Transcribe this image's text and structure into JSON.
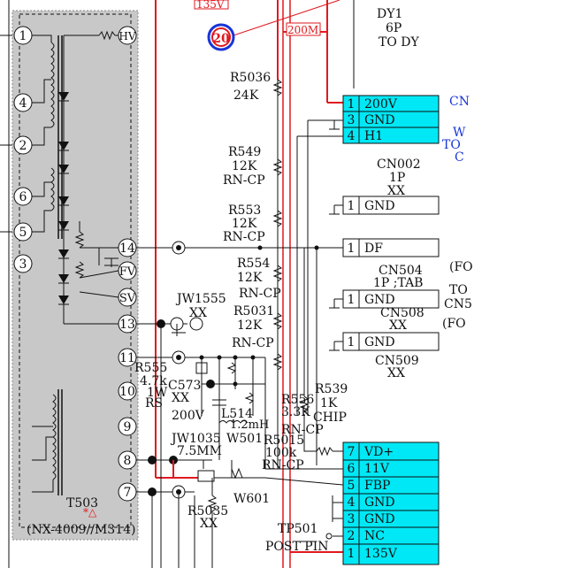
{
  "top_labels": {
    "v135_top": "135V",
    "marker": "20",
    "v200_flag": "200M",
    "dy_title": "DY1",
    "dy_pins": "6P",
    "dy_to": "TO DY"
  },
  "transformer": {
    "name": "T503",
    "note": "(NX-4009//M314)",
    "pins": [
      "1",
      "4",
      "2",
      "6",
      "5",
      "3",
      "14",
      "13",
      "11",
      "10",
      "9",
      "8",
      "7"
    ],
    "hv": "HV",
    "fv": "FV",
    "sv": "SV"
  },
  "components": [
    {
      "ref": "R5036",
      "value": "24K"
    },
    {
      "ref": "R549",
      "value": "12K",
      "note": "RN-CP"
    },
    {
      "ref": "R553",
      "value": "12K",
      "note": "RN-CP"
    },
    {
      "ref": "R554",
      "value": "12K",
      "note": "RN-CP"
    },
    {
      "ref": "R5031",
      "value": "12K",
      "note": "RN-CP"
    },
    {
      "ref": "JW1555",
      "value": "XX"
    },
    {
      "ref": "R555",
      "value": "4.7k",
      "rating": "1W",
      "note": "RS"
    },
    {
      "ref": "C573",
      "value": "XX"
    },
    {
      "ref": "L514",
      "value": "1.2mH"
    },
    {
      "ref": "R556",
      "value": "3.3K"
    },
    {
      "ref": "R539",
      "value": "1K",
      "note": "CHIP"
    },
    {
      "ref": "JW1035",
      "value": "7.5MM"
    },
    {
      "ref": "W501"
    },
    {
      "ref": "R5015",
      "value": "100k",
      "note": "RN-CP"
    },
    {
      "ref": "W601"
    },
    {
      "ref": "R5035",
      "value": "XX"
    },
    {
      "ref": "TP501"
    }
  ],
  "misc_labels": {
    "v200_low": "200V",
    "post_pin": "POST PIN",
    "rn_cp_a": "RN-CP"
  },
  "connectors": {
    "cn_top": {
      "rows": [
        {
          "num": "1",
          "sig": "200V"
        },
        {
          "num": "3",
          "sig": "GND"
        },
        {
          "num": "4",
          "sig": "H1"
        }
      ],
      "side_a": "CN",
      "side_b": "W",
      "side_c": "TO",
      "side_d": "C"
    },
    "cn002": {
      "name": "CN002",
      "pins": "1P",
      "value": "XX",
      "rows": [
        {
          "num": "1",
          "sig": "GND"
        }
      ]
    },
    "df": {
      "rows": [
        {
          "num": "1",
          "sig": "DF"
        }
      ],
      "side": "(FO"
    },
    "cn504": {
      "name": "CN504",
      "pins": "1P ;TAB",
      "rows": [
        {
          "num": "1",
          "sig": "GND"
        }
      ],
      "side_a": "TO",
      "side_b": "CN5"
    },
    "cn508": {
      "name": "CN508",
      "value": "XX",
      "rows": [
        {
          "num": "1",
          "sig": "GND"
        }
      ],
      "side": "(FO"
    },
    "cn509": {
      "name": "CN509",
      "value": "XX"
    },
    "cn_bottom": {
      "rows": [
        {
          "num": "7",
          "sig": "VD+"
        },
        {
          "num": "6",
          "sig": "11V"
        },
        {
          "num": "5",
          "sig": "FBP"
        },
        {
          "num": "4",
          "sig": "GND"
        },
        {
          "num": "3",
          "sig": "GND"
        },
        {
          "num": "2",
          "sig": "NC"
        },
        {
          "num": "1",
          "sig": "135V"
        }
      ]
    }
  },
  "colors": {
    "connector_fill": "#00e8f5",
    "wire_red": "#e0191f",
    "label_blue": "#1a35d8",
    "transformer_fill": "#c8c8c8"
  }
}
